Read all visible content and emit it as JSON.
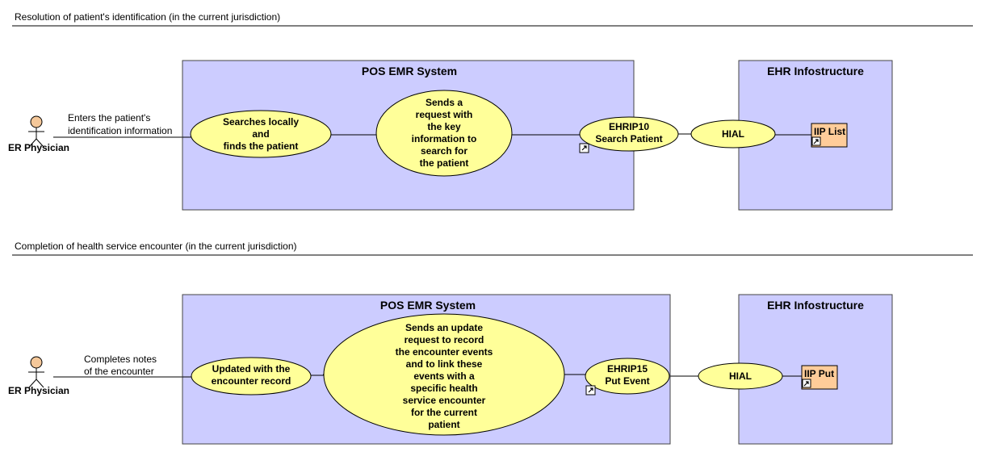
{
  "colors": {
    "box_fill": "#ccccff",
    "ellipse_fill": "#ffff99",
    "component_fill": "#ffcc99",
    "actor_head": "#f5c89a",
    "line": "#000000"
  },
  "sections": [
    {
      "title": "Resolution of patient's identification (in the current jurisdiction)",
      "actor": "ER Physician",
      "actor_note": [
        "Enters the patient's",
        "identification information"
      ],
      "emr_box_title": "POS EMR System",
      "ehr_box_title": "EHR Infostructure",
      "use_cases": [
        [
          "Searches locally",
          "and",
          "finds the patient"
        ],
        [
          "Sends a",
          "request with",
          "the key",
          "information to",
          "search for",
          "the patient"
        ],
        [
          "EHRIP10",
          "Search Patient"
        ],
        [
          "HIAL"
        ]
      ],
      "component": "IIP List"
    },
    {
      "title": "Completion of health service encounter (in the current jurisdiction)",
      "actor": "ER Physician",
      "actor_note": [
        "Completes notes",
        "of the encounter"
      ],
      "emr_box_title": "POS EMR System",
      "ehr_box_title": "EHR Infostructure",
      "use_cases": [
        [
          "Updated with the",
          "encounter record"
        ],
        [
          "Sends an update",
          "request to record",
          "the encounter events",
          "and to link these",
          "events with a",
          "specific health",
          "service encounter",
          "for the current",
          "patient"
        ],
        [
          "EHRIP15",
          "Put Event"
        ],
        [
          "HIAL"
        ]
      ],
      "component": "IIP Put"
    }
  ]
}
